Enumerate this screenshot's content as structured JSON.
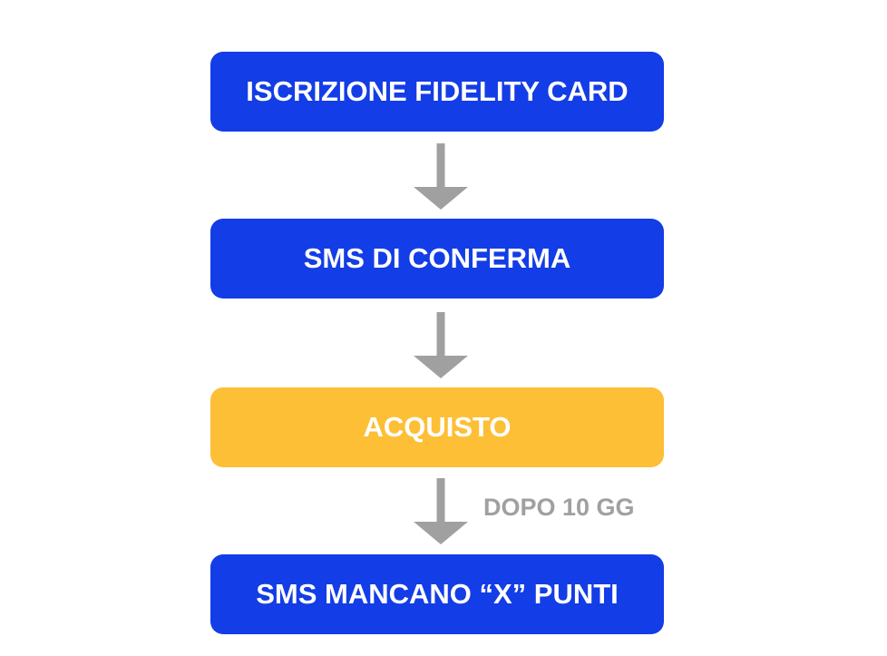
{
  "flowchart": {
    "steps": [
      {
        "label": "ISCRIZIONE FIDELITY CARD",
        "color": "#133de6"
      },
      {
        "label": "SMS DI CONFERMA",
        "color": "#133de6"
      },
      {
        "label": "ACQUISTO",
        "color": "#fdbf36"
      },
      {
        "label": "SMS MANCANO “X” PUNTI",
        "color": "#133de6"
      }
    ],
    "connectors": [
      {
        "from": 0,
        "to": 1,
        "label": ""
      },
      {
        "from": 1,
        "to": 2,
        "label": ""
      },
      {
        "from": 2,
        "to": 3,
        "label": "DOPO 10 GG"
      }
    ],
    "arrow_color": "#a0a0a0"
  }
}
